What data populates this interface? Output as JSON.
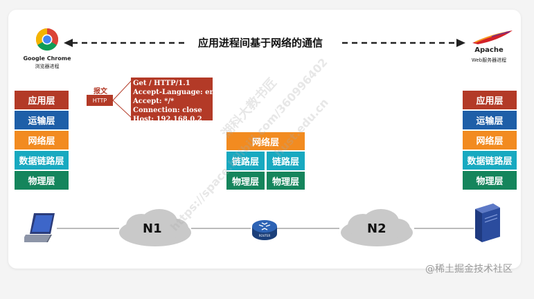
{
  "title": "应用进程间基于网络的通信",
  "left_host": {
    "brand": "Google Chrome",
    "caption": "浏览器进程"
  },
  "right_host": {
    "brand": "Apache",
    "caption": "Web服务器进程"
  },
  "left_stack": [
    "应用层",
    "运输层",
    "网络层",
    "数据链路层",
    "物理层"
  ],
  "right_stack": [
    "应用层",
    "运输层",
    "网络层",
    "数据链路层",
    "物理层"
  ],
  "router_stack": {
    "network": "网络层",
    "link": [
      "链路层",
      "链路层"
    ],
    "physical": [
      "物理层",
      "物理层"
    ],
    "device_label": "ROUTER"
  },
  "packet": {
    "tag": "报文",
    "protocol": "HTTP",
    "lines": [
      "Get / HTTP/1.1",
      "Accept-Language: en-us",
      "Accept: */*",
      "Connection: close",
      "Host: 192.168.0.2"
    ]
  },
  "clouds": [
    "N1",
    "N2"
  ],
  "watermark": [
    "湖科大教书匠",
    "https://space.bilibili.com/360996402",
    "hust.edu.cn"
  ],
  "footer": "@稀土掘金技术社区",
  "colors": {
    "application": "#b33a27",
    "transport": "#1e5fa8",
    "network": "#f28b20",
    "datalink": "#18a9c0",
    "physical": "#15855c"
  },
  "icons": [
    "chrome-logo",
    "apache-feather-logo",
    "laptop-icon",
    "server-tower-icon",
    "router-icon",
    "cloud-icon"
  ]
}
